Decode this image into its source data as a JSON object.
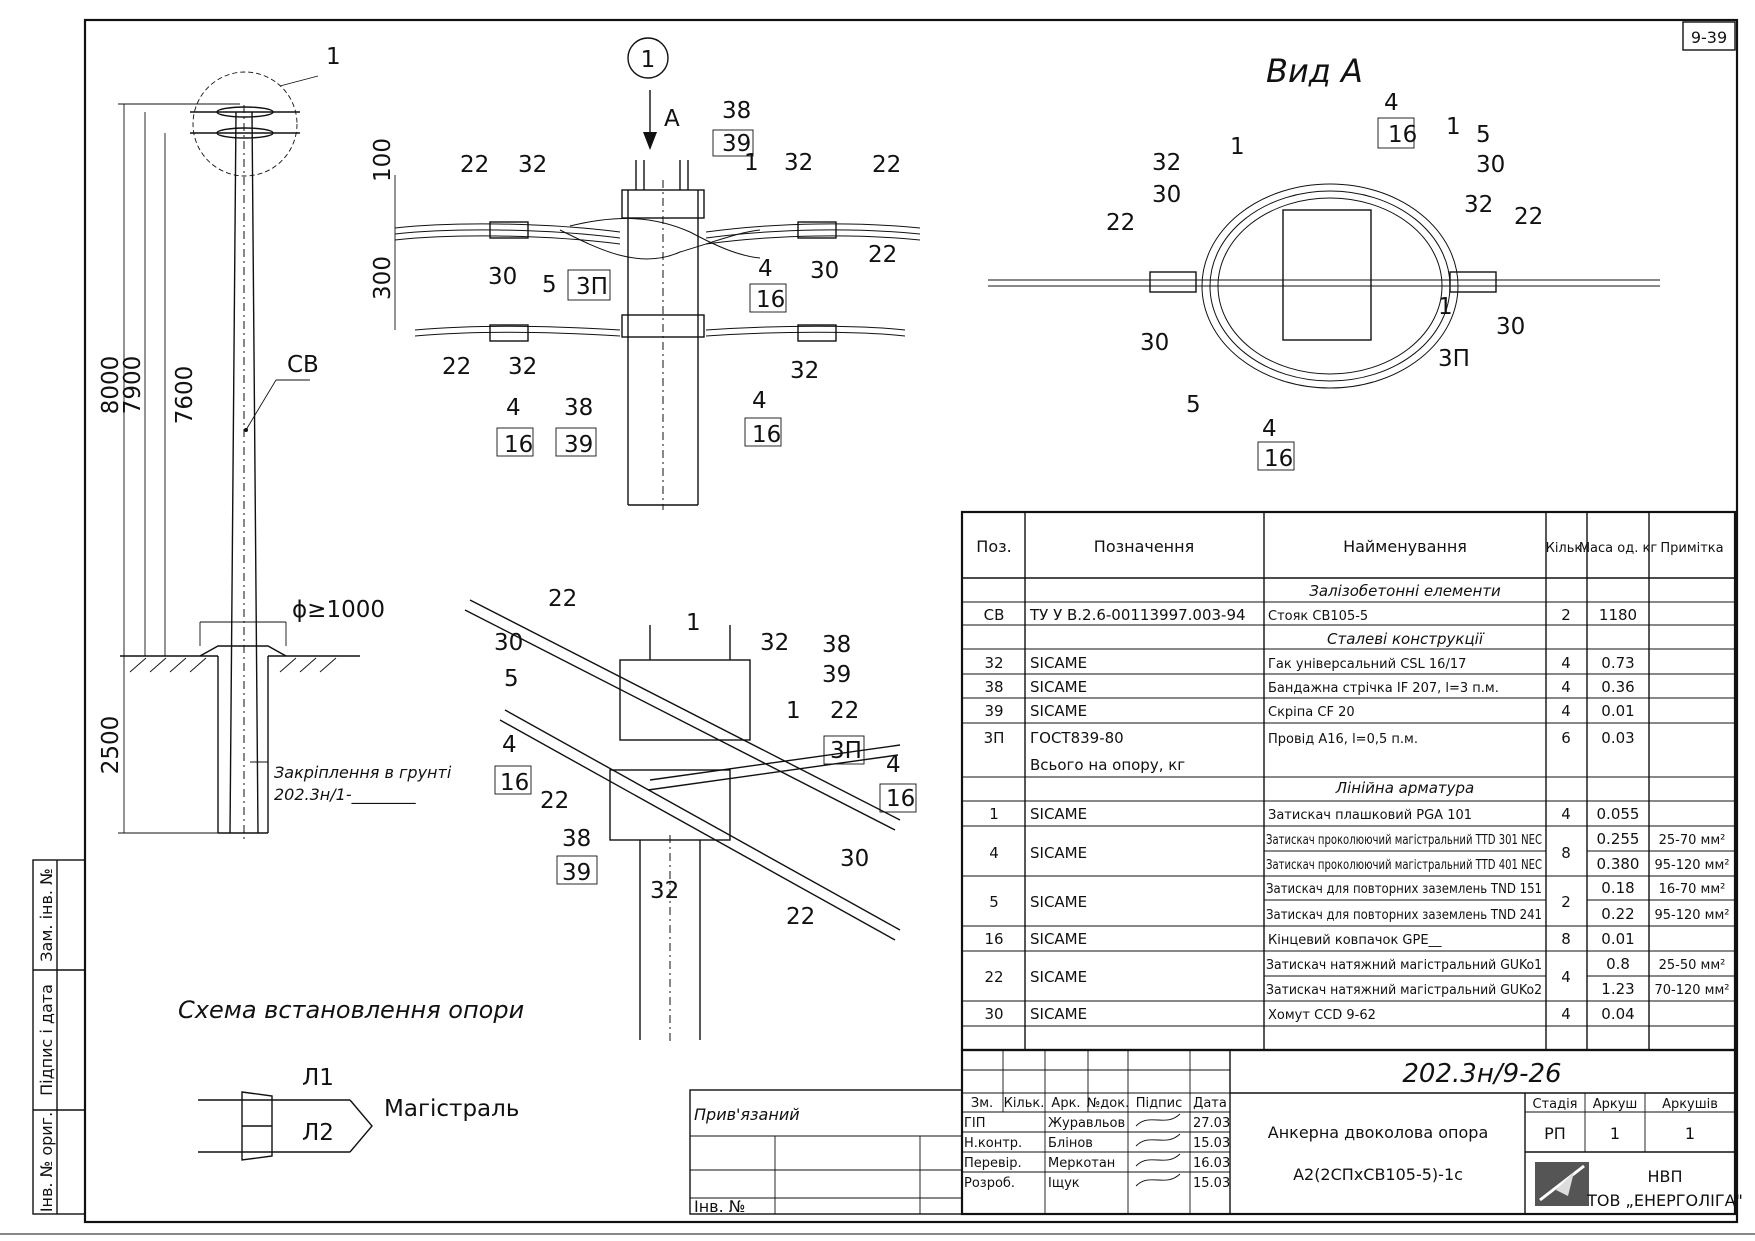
{
  "sheet_number": "9-39",
  "view_a_title": "Вид А",
  "arrow_label": "А",
  "callout_ref": "1",
  "install_scheme_title": "Схема встановлення опори",
  "pole": {
    "label": "СВ",
    "dim_8000": "8000",
    "dim_7900": "7900",
    "dim_7600": "7600",
    "dim_2500": "2500",
    "diameter": "ϕ≥1000",
    "fixing_label": "Закріплення в грунті",
    "fixing_ref": "202.3н/1-________"
  },
  "side_view": {
    "dim_100": "100",
    "dim_300": "300",
    "labels": [
      "38",
      "39",
      "1",
      "32",
      "22",
      "32",
      "22",
      "30",
      "5",
      "3П",
      "4",
      "16",
      "30",
      "22",
      "22",
      "32",
      "4",
      "16",
      "38",
      "39",
      "32",
      "4",
      "16"
    ]
  },
  "view_a": {
    "labels": [
      "4",
      "16",
      "1",
      "5",
      "32",
      "30",
      "30",
      "32",
      "22",
      "22",
      "1",
      "30",
      "30",
      "3П",
      "5",
      "4",
      "16"
    ]
  },
  "iso_view": {
    "labels": [
      "22",
      "30",
      "5",
      "4",
      "16",
      "1",
      "32",
      "38",
      "39",
      "1",
      "22",
      "3П",
      "4",
      "16",
      "22",
      "38",
      "39",
      "32",
      "30",
      "22"
    ]
  },
  "line_scheme": {
    "l1": "Л1",
    "l2": "Л2",
    "main": "Магістраль"
  },
  "spec_table": {
    "headers": [
      "Поз.",
      "Позначення",
      "Найменування",
      "Кільк.",
      "Маса од. кг",
      "Примітка"
    ],
    "sections": {
      "s1": "Залізобетонні елементи",
      "s2": "Сталеві конструкції",
      "s3": "Лінійна арматура"
    },
    "rows": [
      {
        "pos": "СВ",
        "code": "ТУ У В.2.6-00113997.003-94",
        "name": "Стояк СВ105-5",
        "qty": "2",
        "mass": "1180",
        "note": ""
      },
      {
        "pos": "32",
        "code": "SICAME",
        "name": "Гак універсальний CSL 16/17",
        "qty": "4",
        "mass": "0.73",
        "note": ""
      },
      {
        "pos": "38",
        "code": "SICAME",
        "name": "Бандажна стрічка IF 207, l=3 п.м.",
        "qty": "4",
        "mass": "0.36",
        "note": ""
      },
      {
        "pos": "39",
        "code": "SICAME",
        "name": "Скрiпа CF 20",
        "qty": "4",
        "mass": "0.01",
        "note": ""
      },
      {
        "pos": "3П",
        "code": "ГОСТ839-80",
        "name": "Провід А16, l=0,5 п.м.",
        "qty": "6",
        "mass": "0.03",
        "note": ""
      },
      {
        "pos": "",
        "code": "Всього на опору, кг",
        "name": "",
        "qty": "",
        "mass": "",
        "note": ""
      },
      {
        "pos": "1",
        "code": "SICAME",
        "name": "Затискач плашковий PGA 101",
        "qty": "4",
        "mass": "0.055",
        "note": ""
      },
      {
        "pos": "4",
        "code": "SICAME",
        "name": "Затискач проколюючий магістральний TTD 301 NEC",
        "qty": "8",
        "mass": "0.255",
        "note": "25-70 мм²"
      },
      {
        "pos": "",
        "code": "",
        "name": "Затискач проколюючий магістральний TTD 401 NEC",
        "qty": "",
        "mass": "0.380",
        "note": "95-120 мм²"
      },
      {
        "pos": "5",
        "code": "SICAME",
        "name": "Затискач для повторних заземлень TND 151",
        "qty": "2",
        "mass": "0.18",
        "note": "16-70 мм²"
      },
      {
        "pos": "",
        "code": "",
        "name": "Затискач для повторних заземлень TND 241",
        "qty": "",
        "mass": "0.22",
        "note": "95-120 мм²"
      },
      {
        "pos": "16",
        "code": "SICAME",
        "name": "Кінцевий ковпачок GPE__",
        "qty": "8",
        "mass": "0.01",
        "note": ""
      },
      {
        "pos": "22",
        "code": "SICAME",
        "name": "Затискач натяжний магістральний GUKo1",
        "qty": "4",
        "mass": "0.8",
        "note": "25-50 мм²"
      },
      {
        "pos": "",
        "code": "",
        "name": "Затискач натяжний магістральний GUKo2",
        "qty": "",
        "mass": "1.23",
        "note": "70-120 мм²"
      },
      {
        "pos": "30",
        "code": "SICAME",
        "name": "Хомут CCD 9-62",
        "qty": "4",
        "mass": "0.04",
        "note": ""
      }
    ]
  },
  "title_block": {
    "doc_code": "202.3н/9-26",
    "linked": "Прив'язаний",
    "inv_no": "Інв. №",
    "col_headers": [
      "Зм.",
      "Кільк.",
      "Арк.",
      "№док.",
      "Підпис",
      "Дата"
    ],
    "people": [
      {
        "role": "ГІП",
        "name": "Журавльов",
        "date": "27.03"
      },
      {
        "role": "Н.контр.",
        "name": "Блінов",
        "date": "15.03"
      },
      {
        "role": "Перевір.",
        "name": "Меркотан",
        "date": "16.03"
      },
      {
        "role": "Розроб.",
        "name": "Іщук",
        "date": "15.03"
      }
    ],
    "drawing_title": "Анкерна двоколова опора",
    "drawing_subtitle": "А2(2СПхСВ105-5)-1с",
    "stage_label": "Стадія",
    "sheet_label": "Аркуш",
    "sheets_label": "Аркушів",
    "stage": "РП",
    "sheet": "1",
    "sheets": "1",
    "company_1": "НВП",
    "company_2": "ТОВ „ЕНЕРГОЛІГА\""
  },
  "margin_stamp": {
    "inv_orig": "Інв. № ориг.",
    "sign_date": "Підпис і дата",
    "replace_inv": "Зам. інв. №"
  }
}
